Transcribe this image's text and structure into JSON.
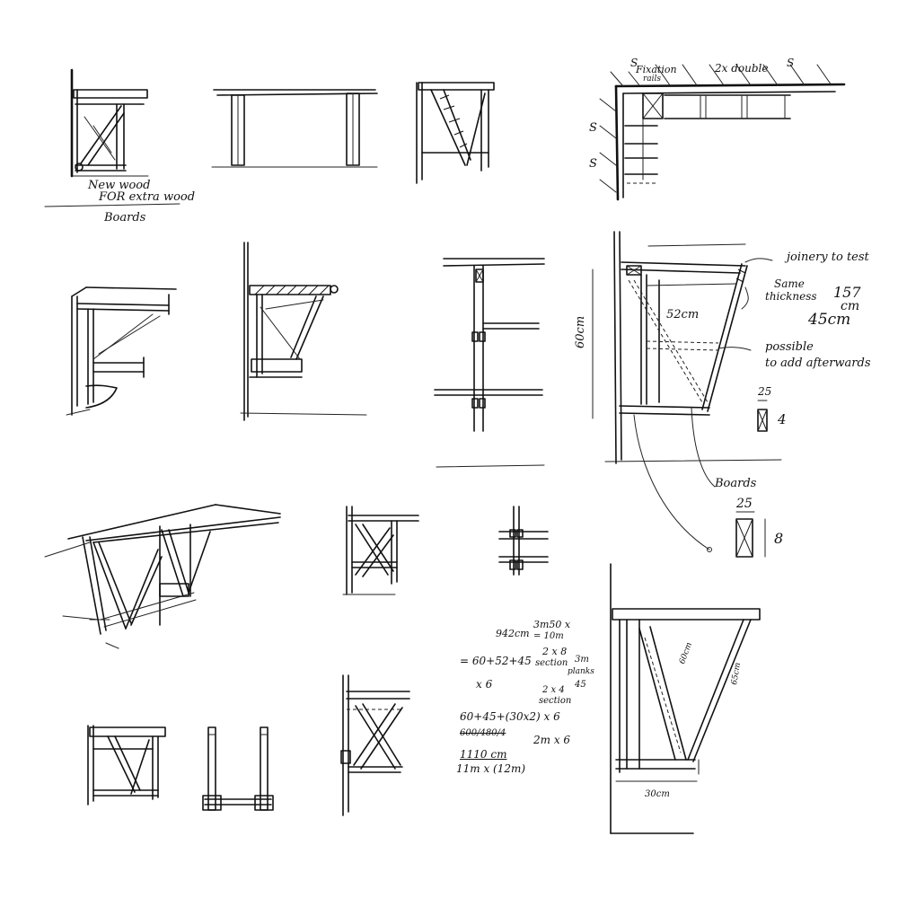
{
  "notes": {
    "new_wood": "New wood",
    "for_extra_wood": "FOR extra wood",
    "boards_top": "Boards",
    "fixation": "Fixation",
    "fixation_sub": "rails",
    "two_x_double": "2x double",
    "s1": "S",
    "s2": "S",
    "s3": "S",
    "s4": "S",
    "joinery": "joinery to test",
    "same": "Same",
    "thickness": "thickness",
    "dim_157": "157",
    "dim_cm": "cm",
    "dim_45cm": "45cm",
    "dim_52cm": "52cm",
    "dim_60cm": "60cm",
    "possible": "possible",
    "to_add": "to add afterwards",
    "sec1_w": "25",
    "sec1_h": "4",
    "boards_mid": "Boards",
    "sec2_w": "25",
    "sec2_h": "8",
    "calc_942": "942cm",
    "calc_3m": "3m50 x",
    "calc_10m": "= 10m",
    "calc_sum": "= 60+52+45",
    "calc_2x8": "2 x 8",
    "calc_section": "section",
    "calc_3m_planks": "3m",
    "calc_planks": "planks",
    "calc_x6": "x 6",
    "calc_2x4": "2 x 4",
    "calc_section2": "section",
    "calc_45": "45",
    "calc_row2": "60+45+(30x2) x 6",
    "calc_scribble": "600/480/4",
    "calc_2m": "2m x 6",
    "calc_1110": "1110 cm",
    "calc_11m": "11m x (12m)",
    "dim_60cm_b": "60cm",
    "dim_65cm": "65cm",
    "dim_30cm": "30cm"
  }
}
